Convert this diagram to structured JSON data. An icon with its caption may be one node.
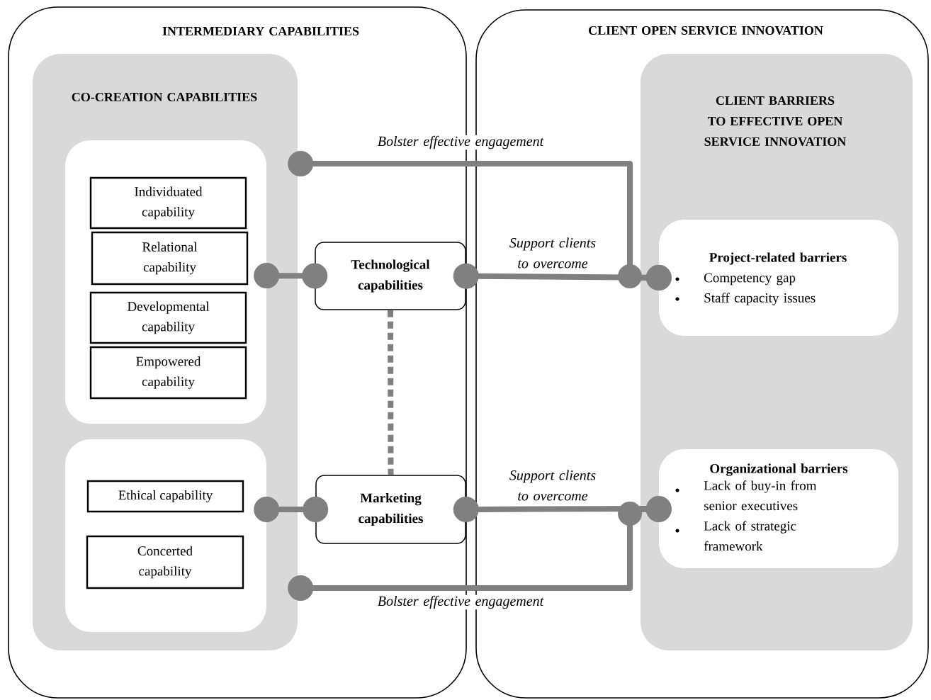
{
  "diagram": {
    "nodes": [
      {
        "text": [
          "INTERMEDIARY CAPABILITIES"
        ]
      },
      {
        "text": [
          "CLIENT OPEN SERVICE INNOVATION"
        ]
      },
      {
        "text": [
          "CO-CREATION CAPABILITIES"
        ],
        "in": 0
      },
      {
        "text": [],
        "shape": "box",
        "in": 2
      },
      {
        "text": [
          "Individuated capability"
        ],
        "in": 3
      },
      {
        "text": [
          "Relational capability"
        ],
        "in": 3
      },
      {
        "text": [
          "Developmental capability"
        ],
        "in": 3
      },
      {
        "text": [
          "Empowered capability"
        ],
        "in": 3
      },
      {
        "text": [],
        "shape": "box",
        "in": 2
      },
      {
        "text": [
          "Ethical capability"
        ],
        "in": 8
      },
      {
        "text": [
          "Concerted capability"
        ],
        "in": 8
      },
      {
        "text": [
          "Technological capabilities"
        ],
        "in": 0
      },
      {
        "text": [
          "Marketing capabilities"
        ],
        "in": 0
      },
      {
        "text": [
          "CLIENT BARRIERS TO EFFECTIVE OPEN SERVICE INNOVATION"
        ],
        "in": 1
      },
      {
        "text": [
          "Project-related barriers",
          "Competency gap",
          "Staff capacity issues"
        ],
        "in": 13
      },
      {
        "text": [
          "Organizational barriers",
          "Lack of buy-in from senior executives",
          "Lack of strategic framework"
        ],
        "in": 13
      }
    ],
    "edges": [
      {
        "from": 3,
        "to": 11,
        "arrow": "other"
      },
      {
        "from": 8,
        "to": 12,
        "arrow": "other"
      },
      {
        "from": 11,
        "to": 14,
        "arrow": "other",
        "label": "Support clients to overcome"
      },
      {
        "from": 12,
        "to": 15,
        "arrow": "other",
        "label": "Support clients to overcome"
      },
      {
        "from": 11,
        "to": 12,
        "arrow": "none",
        "style": "dashed"
      },
      {
        "from": 2,
        "to": 14,
        "arrow": "other",
        "label": "Bolster effective engagement"
      },
      {
        "from": 2,
        "to": 15,
        "arrow": "other",
        "label": "Bolster effective engagement"
      }
    ]
  }
}
